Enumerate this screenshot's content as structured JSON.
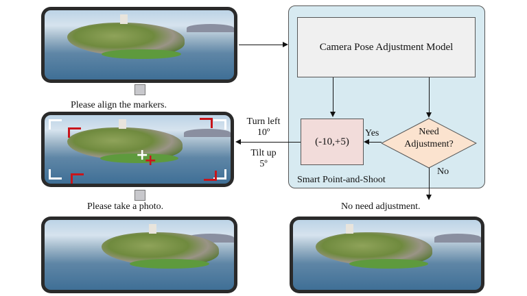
{
  "captions": {
    "align": "Please align the markers.",
    "take_photo": "Please take a photo.",
    "no_need": "No need adjustment."
  },
  "instructions": {
    "turn": "Turn left",
    "turn_value": "10º",
    "tilt": "Tilt up",
    "tilt_value": "5º"
  },
  "panel": {
    "title": "Smart Point-and-Shoot",
    "model": "Camera Pose Adjustment Model",
    "adjustment": "(-10,+5)",
    "decision": "Need Adjustment?",
    "yes": "Yes",
    "no": "No"
  },
  "colors": {
    "panel": "#d7eaf1",
    "adjust_box": "#f2dcda",
    "decision": "#fbe3cf",
    "model_box": "#f0f0f0",
    "marker": "#c8151b"
  }
}
